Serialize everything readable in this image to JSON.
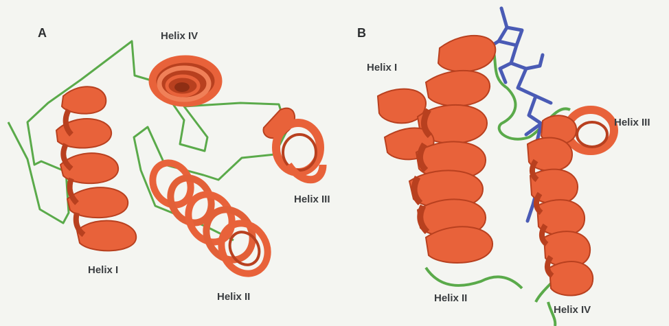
{
  "panels": {
    "a": {
      "letter": "A",
      "labels": {
        "helix1": "Helix I",
        "helix2": "Helix II",
        "helix3": "Helix III",
        "helix4": "Helix IV"
      }
    },
    "b": {
      "letter": "B",
      "labels": {
        "helix1": "Helix I",
        "helix2": "Helix II",
        "helix3": "Helix III",
        "helix4": "Helix IV"
      }
    }
  },
  "colors": {
    "helix": "#e8623a",
    "helix_dark": "#b8401f",
    "helix_light": "#f59a72",
    "loop": "#5aaa4a",
    "ligand": "#4a5bb5",
    "background": "#f4f5f1",
    "label": "#3a3d40"
  }
}
